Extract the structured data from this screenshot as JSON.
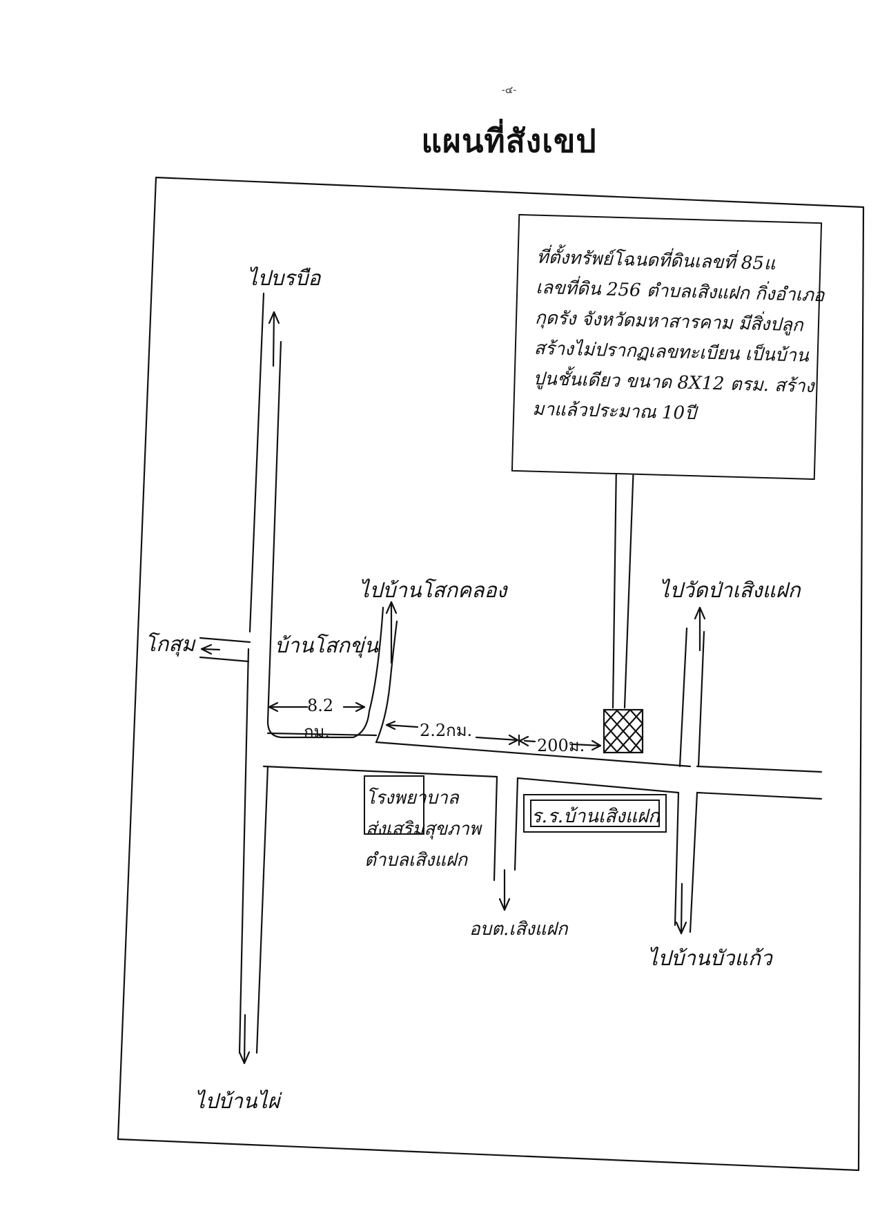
{
  "page": {
    "number": "-๔-",
    "title": "แผนที่สังเขป"
  },
  "info_box": {
    "lines": [
      "ที่ตั้งทรัพย์โฉนดที่ดินเลขที่ 85แ",
      "เลขที่ดิน 256 ตำบลเสิงแฝก กิ่งอำเภอ",
      "กุดรัง จังหวัดมหาสารคาม มีสิ่งปลูก",
      "สร้างไม่ปรากฏเลขทะเบียน เป็นบ้าน",
      "ปูนชั้นเดียว ขนาด 8X12 ตรม. สร้าง",
      "มาแล้วประมาณ 10ปี"
    ]
  },
  "places": {
    "to_north": "ไปบรบือ",
    "to_west": "โกสุม",
    "to_south": "ไปบ้านไผ่",
    "to_soknok_thong": "ไปบ้านโสกคลอง",
    "village": "บ้านโสกขุ่น",
    "to_wat": "ไปวัดป่าเสิงแฝก",
    "hospital_line1": "โรงพยาบาล",
    "hospital_line2": "ส่งเสริมสุขภาพ",
    "hospital_line3": "ตำบลเสิงแฝก",
    "school": "ร.ร.บ้านเสิงแฝก",
    "sao": "อบต.เสิงแฝก",
    "to_bua_kaew": "ไปบ้านบัวแก้ว"
  },
  "distances": {
    "d1_value": "8.2",
    "d1_unit": "กม.",
    "d2": "2.2กม.",
    "d3": "200ม."
  }
}
